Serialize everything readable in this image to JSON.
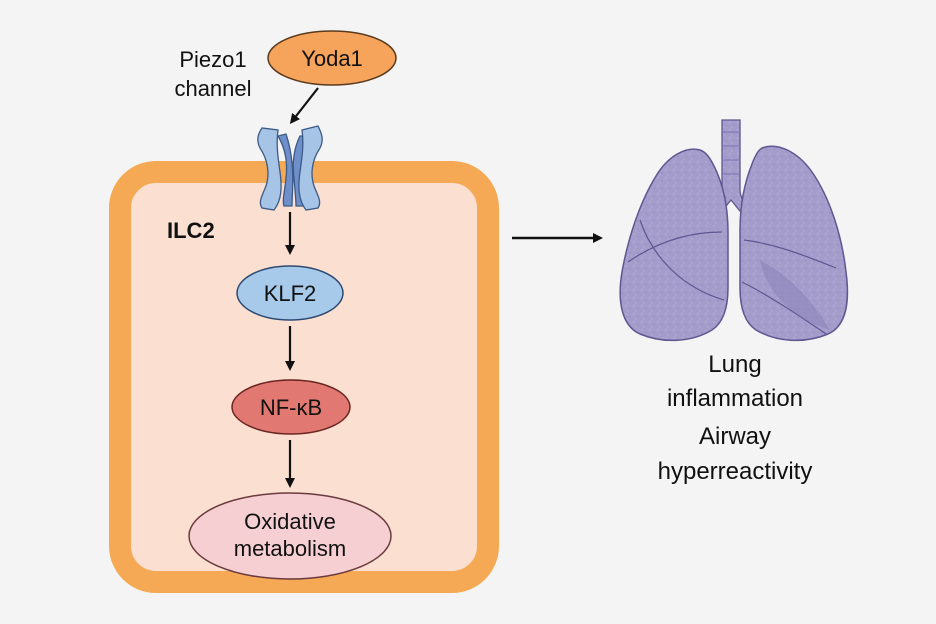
{
  "labels": {
    "piezo1_line1": "Piezo1",
    "piezo1_line2": "channel",
    "yoda1": "Yoda1",
    "cell": "ILC2",
    "klf2": "KLF2",
    "nfkb": "NF-κB",
    "oxidative_line1": "Oxidative",
    "oxidative_line2": "metabolism",
    "outcome_line1": "Lung",
    "outcome_line2": "inflammation",
    "outcome_line3": "Airway",
    "outcome_line4": "hyperreactivity"
  },
  "colors": {
    "background": "#f4f4f4",
    "cell_border": "#f5a955",
    "cell_fill": "#fbdfd0",
    "yoda1": "#f6a45c",
    "channel_light": "#a6c4e6",
    "channel_dark": "#6f8fcb",
    "klf2": "#a7c9ea",
    "nfkb": "#e27872",
    "oxidative": "#f6cfd2",
    "lung": "#a49ccb",
    "lung_dark": "#8b81b8",
    "arrow": "#111111"
  },
  "icons": [
    "piezo1-channel-icon",
    "lungs-icon"
  ]
}
